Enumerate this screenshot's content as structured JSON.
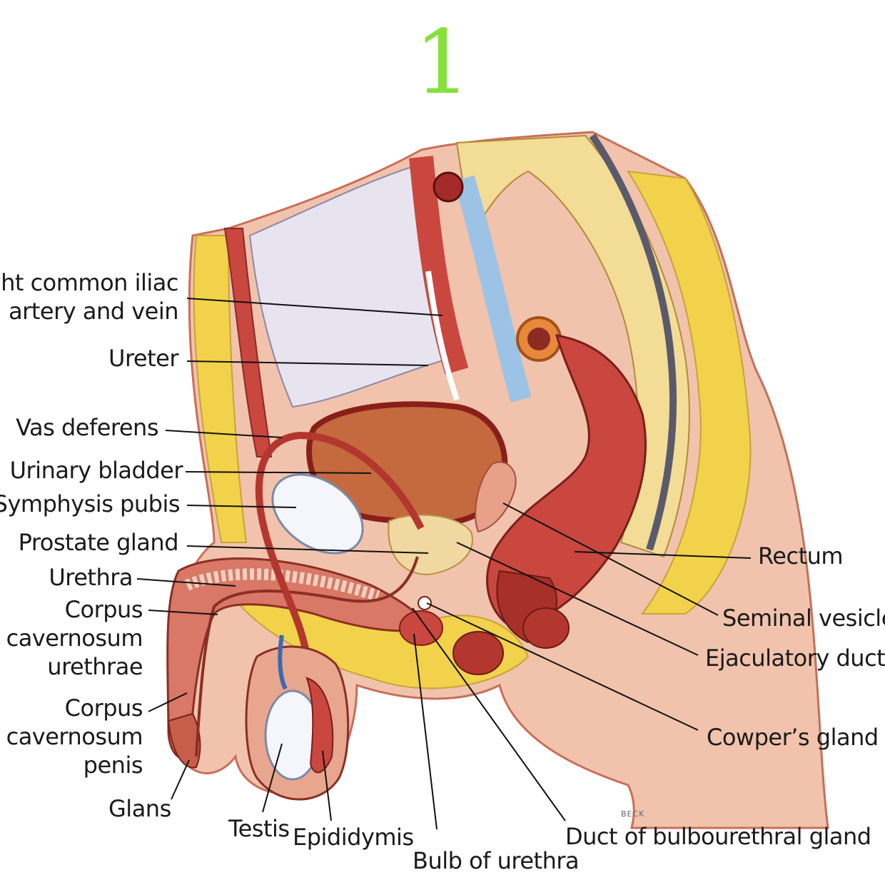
{
  "header": {
    "figure_number": "1"
  },
  "labels": {
    "iliac_line1": "ght common iliac",
    "iliac_line2": "artery and vein",
    "ureter": "Ureter",
    "vas_deferens": "Vas deferens",
    "urinary_bladder": "Urinary bladder",
    "symphysis_pubis": "Symphysis pubis",
    "prostate_gland": "Prostate gland",
    "urethra": "Urethra",
    "cc_urethrae_1": "Corpus",
    "cc_urethrae_2": "cavernosum",
    "cc_urethrae_3": "urethrae",
    "cc_penis_1": "Corpus",
    "cc_penis_2": "cavernosum",
    "cc_penis_3": "penis",
    "glans": "Glans",
    "testis": "Testis",
    "epididymis": "Epididymis",
    "bulb_of_urethra": "Bulb of urethra",
    "duct_bulbourethral": "Duct of bulbourethral gland",
    "cowpers_gland": "Cowper’s gland",
    "ejaculatory_duct": "Ejaculatory duct",
    "seminal_vesicle": "Seminal vesicle",
    "rectum": "Rectum"
  },
  "credit": "BECK",
  "colors": {
    "number": "#86e13a",
    "muscle": "#c9473f",
    "fat": "#f2d24a",
    "skin": "#efb8a0",
    "bone": "#f3dc96",
    "vessel_blue": "#9cc3e6"
  }
}
